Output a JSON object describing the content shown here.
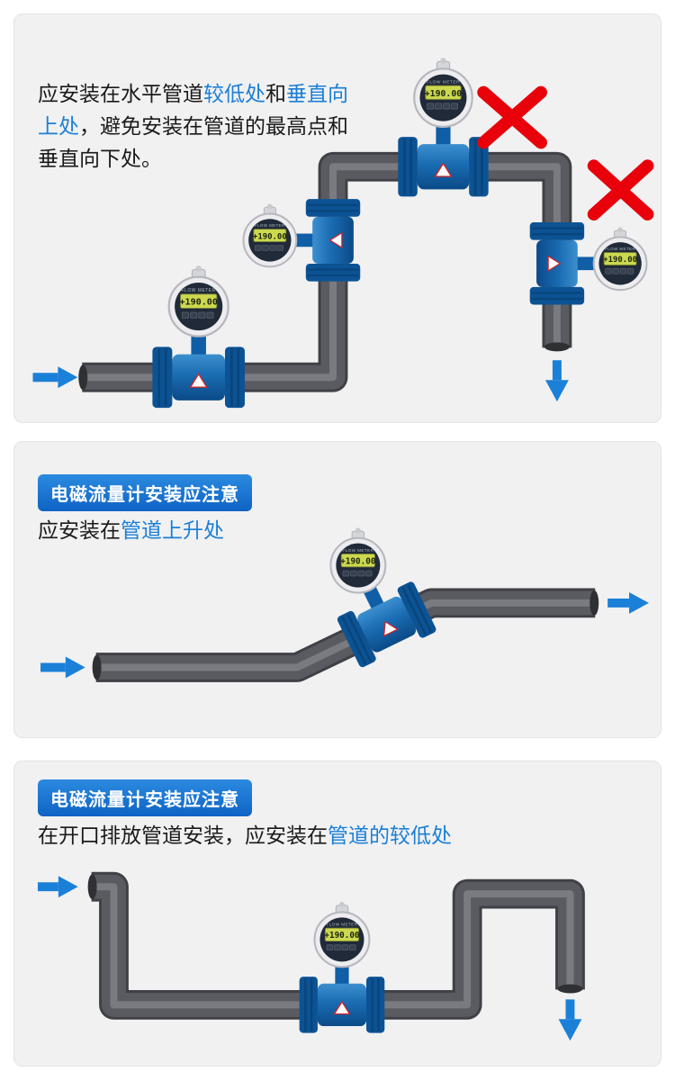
{
  "meter": {
    "lcd": "+190.00",
    "brand": "FLOW METER"
  },
  "colors": {
    "accent_blue": "#1b7fd6",
    "arrow_blue": "#1b80d8",
    "pipe_gray": "#5a5b60",
    "error_red": "#e8000b",
    "meter_blue": "#0c5394",
    "lcd_yellow": "#ccd84f",
    "badge_blue": "#1573d2"
  },
  "panel1": {
    "caption": [
      {
        "t": "应安装在水平管道",
        "highlight": false
      },
      {
        "t": "较低处",
        "highlight": true
      },
      {
        "t": "和",
        "highlight": false
      },
      {
        "t": "垂直向上处",
        "highlight": true
      },
      {
        "t": "，避免安装在管道的最高点和垂直向下处。",
        "highlight": false
      }
    ]
  },
  "panel2": {
    "badge": "电磁流量计安装应注意",
    "caption": [
      {
        "t": "应安装在",
        "highlight": false
      },
      {
        "t": "管道上升处",
        "highlight": true
      }
    ]
  },
  "panel3": {
    "badge": "电磁流量计安装应注意",
    "caption": [
      {
        "t": "在开口排放管道安装，应安装在",
        "highlight": false
      },
      {
        "t": "管道的较低处",
        "highlight": true
      }
    ]
  }
}
